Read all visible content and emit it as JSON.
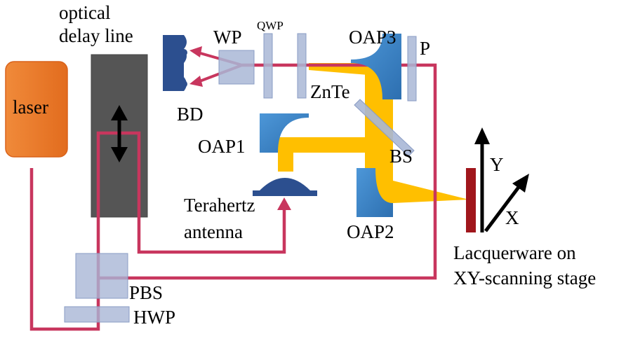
{
  "labels": {
    "optical_delay_line_1": "optical",
    "optical_delay_line_2": "delay line",
    "laser": "laser",
    "wp": "WP",
    "qwp": "QWP",
    "oap3": "OAP3",
    "p": "P",
    "bd": "BD",
    "znte": "ZnTe",
    "oap1": "OAP1",
    "bs": "BS",
    "terahertz_1": "Terahertz",
    "terahertz_2": "antenna",
    "oap2": "OAP2",
    "y_axis": "Y",
    "x_axis": "X",
    "sample_1": "Lacquerware on",
    "sample_2": "XY-scanning stage",
    "pbs": "PBS",
    "hwp": "HWP"
  },
  "colors": {
    "laser_body": "#ee7a2b",
    "delay_line": "#555555",
    "probe_beam": "#c8365e",
    "thz_beam": "#ffbf00",
    "mirror_blue": "#3f86c8",
    "optic_gray_blue": "#a9b7d6",
    "detector_navy": "#2c4f8f",
    "sample_red": "#a0161c"
  }
}
